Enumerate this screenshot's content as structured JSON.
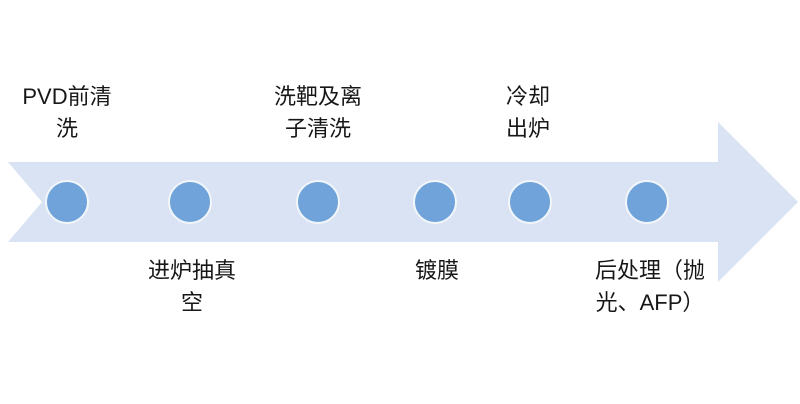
{
  "background": "#ffffff",
  "colors": {
    "background": "#ffffff",
    "arrow_fill": "#dae3f3",
    "node_fill": "#6fa3da",
    "node_ring": "#f2f6fb",
    "text": "#171717"
  },
  "diagram": {
    "type": "process-flow-arrow",
    "direction": "left-to-right",
    "steps": [
      {
        "label": "PVD前清\n洗",
        "label_side": "above"
      },
      {
        "label": "进炉抽真\n空",
        "label_side": "below"
      },
      {
        "label": "洗靶及离\n子清洗",
        "label_side": "above"
      },
      {
        "label": "镀膜",
        "label_side": "below"
      },
      {
        "label": "冷却\n出炉",
        "label_side": "above"
      },
      {
        "label": "后处理（抛\n光、AFP）",
        "label_side": "below"
      }
    ]
  }
}
